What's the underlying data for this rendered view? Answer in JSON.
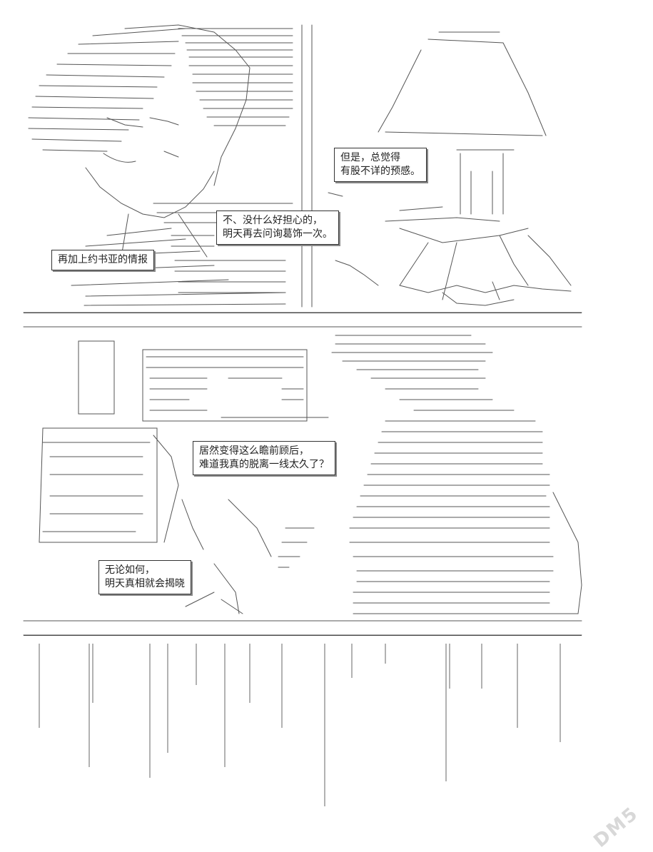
{
  "panel_1": {
    "bubble_left": [
      "再加上约书亚的情报"
    ],
    "bubble_center": [
      "不、没什么好担心的，",
      "明天再去问询葛饰一次。"
    ],
    "bubble_right": [
      "但是，总觉得",
      "有股不详的预感。"
    ]
  },
  "panel_2": {
    "bubble_top": [
      "居然变得这么瞻前顾后，",
      "难道我真的脱离一线太久了？"
    ],
    "bubble_bottom": [
      "无论如何，",
      "明天真相就会揭晓"
    ]
  },
  "watermark": {
    "text": "DM5",
    "color": "#d8d8d8"
  }
}
